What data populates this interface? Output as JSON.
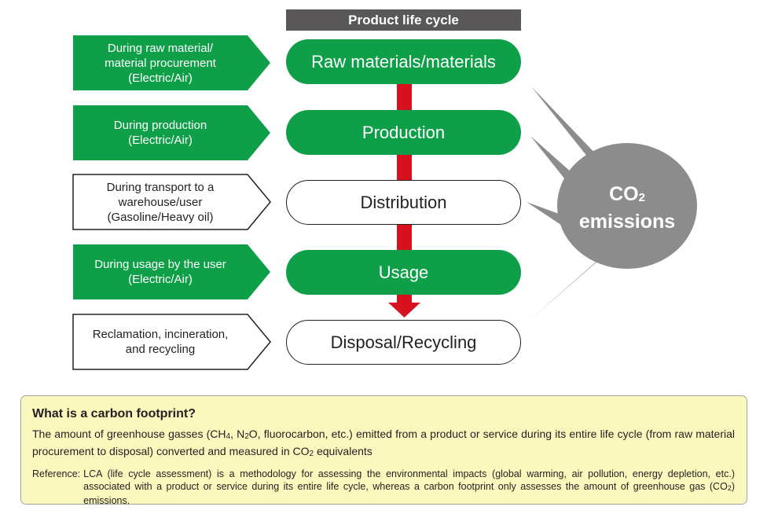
{
  "header": {
    "title": "Product life cycle"
  },
  "stages": [
    {
      "label": "Raw materials/materials",
      "style": "green"
    },
    {
      "label": "Production",
      "style": "green"
    },
    {
      "label": "Distribution",
      "style": "white"
    },
    {
      "label": "Usage",
      "style": "green"
    },
    {
      "label": "Disposal/Recycling",
      "style": "white"
    }
  ],
  "sources": [
    {
      "lines": [
        "During raw material/",
        "material procurement",
        "(Electric/Air)"
      ],
      "style": "green"
    },
    {
      "lines": [
        "During production",
        "(Electric/Air)"
      ],
      "style": "green"
    },
    {
      "lines": [
        "During transport to a",
        "warehouse/user",
        "(Gasoline/Heavy oil)"
      ],
      "style": "white"
    },
    {
      "lines": [
        "During usage by the user",
        "(Electric/Air)"
      ],
      "style": "green"
    },
    {
      "lines": [
        "Reclamation, incineration,",
        "and recycling"
      ],
      "style": "white"
    }
  ],
  "emissions": {
    "co": "CO",
    "sub": "2",
    "word": "emissions"
  },
  "info": {
    "title": "What is a carbon footprint?",
    "def_a": "The amount of greenhouse gasses (CH",
    "def_sub1": "4",
    "def_b": ", N",
    "def_sub2": "2",
    "def_c": "O, fluorocarbon, etc.) emitted from a product or service during its entire life cycle (from raw material procurement to disposal) converted and measured in CO",
    "def_sub3": "2",
    "def_d": " equivalents",
    "ref_label": "Reference:",
    "ref_a": "LCA (life cycle assessment) is a methodology for assessing the environmental impacts (global warming, air pollution, energy depletion, etc.) associated with a product or service during its entire life cycle, whereas a carbon footprint only assesses the amount of greenhouse gas (CO",
    "ref_sub": "2",
    "ref_b": ") emissions."
  },
  "colors": {
    "green": "#0e9f48",
    "red": "#d7111d",
    "gray_header": "#595757",
    "gray_cloud": "#8c8c8c",
    "info_bg": "#fbf8be"
  }
}
